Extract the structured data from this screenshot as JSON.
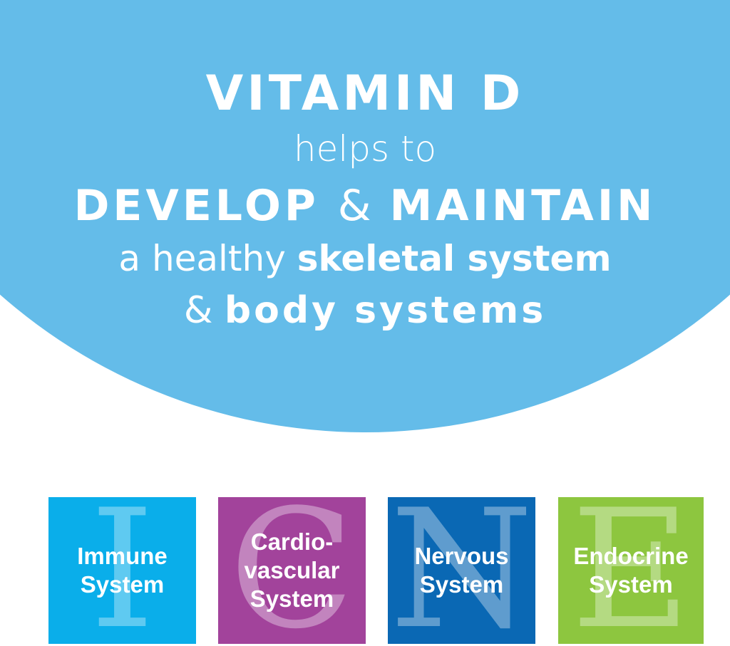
{
  "headline": {
    "line1": "VITAMIN D",
    "line2": "helps to",
    "line3": {
      "a": "DEVELOP",
      "amp": "&",
      "b": "MAINTAIN"
    },
    "line4": {
      "thin": "a healthy",
      "bold": "skeletal system"
    },
    "line5": {
      "thin": "&",
      "bold": "body systems"
    }
  },
  "colors": {
    "circle": "#64bce9",
    "immune": "#0aaeea",
    "cardio": "#a2439b",
    "nervous": "#0a68b4",
    "endocrine": "#8dc63f"
  },
  "tiles": [
    {
      "letter": "I",
      "lines": [
        "Immune",
        "System"
      ]
    },
    {
      "letter": "C",
      "lines": [
        "Cardio-",
        "vascular",
        "System"
      ]
    },
    {
      "letter": "N",
      "lines": [
        "Nervous",
        "System"
      ]
    },
    {
      "letter": "E",
      "lines": [
        "Endocrine",
        "System"
      ]
    }
  ]
}
